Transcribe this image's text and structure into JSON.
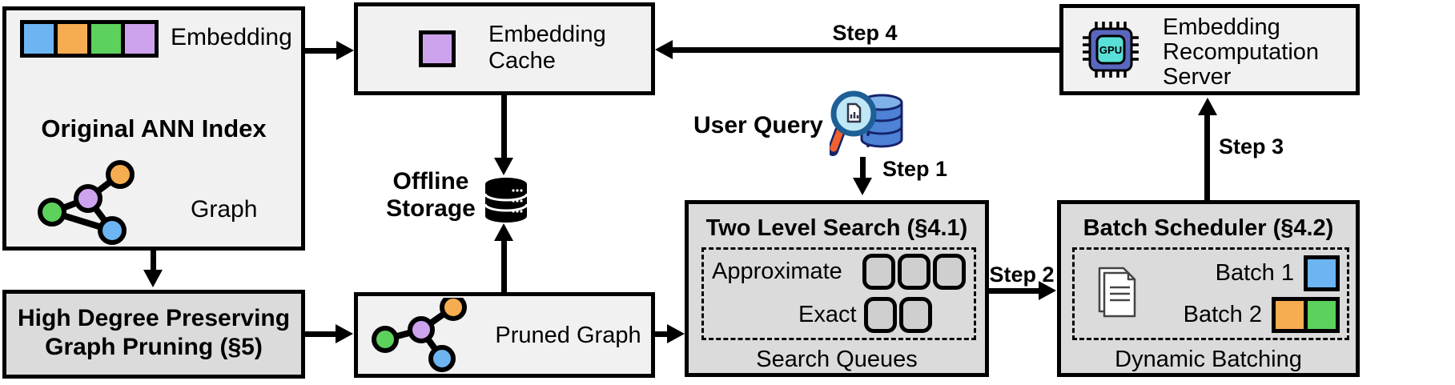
{
  "colors": {
    "blue": "#6CB5F2",
    "orange": "#F6AC51",
    "green": "#5CD15C",
    "purple": "#CDA3EE",
    "box_light": "#F1F1F1",
    "box_gray": "#DBDBDB",
    "queue_slot": "#CFCFCF",
    "gpu_chip": "#5A67BE",
    "gpu_core": "#58E0D8",
    "lens": "#BFE7F6",
    "lens_ring": "#1D5F96",
    "handle": "#F2612E",
    "query_db": "#4D82D6",
    "query_db_top": "#7FB2E8",
    "query_db_outline": "#16246B"
  },
  "icons": {
    "embedding_strip": "four colored vector cells",
    "graph_icon": "graph of colored nodes",
    "database_icon": "black database cylinder",
    "query_icon": "magnifier over database",
    "documents_icon": "stacked documents",
    "gpu_icon": "GPU chip"
  },
  "original_index": {
    "title": "Original ANN Index",
    "embedding_label": "Embedding",
    "graph_label": "Graph",
    "embedding_cells": [
      "blue",
      "orange",
      "green",
      "purple"
    ]
  },
  "embedding_cache": {
    "label": "Embedding Cache"
  },
  "offline_storage": {
    "label": "Offline Storage"
  },
  "user_query": {
    "label": "User Query"
  },
  "steps": {
    "step1": "Step 1",
    "step2": "Step 2",
    "step3": "Step 3",
    "step4": "Step 4"
  },
  "two_level_search": {
    "title": "Two Level Search (§4.1)",
    "row1_label": "Approximate",
    "row2_label": "Exact",
    "approximate_slots": 3,
    "exact_slots": 2,
    "caption": "Search Queues"
  },
  "batch_scheduler": {
    "title": "Batch Scheduler (§4.2)",
    "batch1_label": "Batch 1",
    "batch2_label": "Batch 2",
    "batch1_colors": [
      "blue"
    ],
    "batch2_colors": [
      "orange",
      "green"
    ],
    "caption": "Dynamic Batching"
  },
  "recomputation_server": {
    "label": "Embedding Recomputation Server",
    "chip_label": "GPU"
  },
  "graph_pruning": {
    "label": "High Degree Preserving Graph Pruning (§5)"
  },
  "pruned_graph": {
    "label": "Pruned Graph"
  }
}
